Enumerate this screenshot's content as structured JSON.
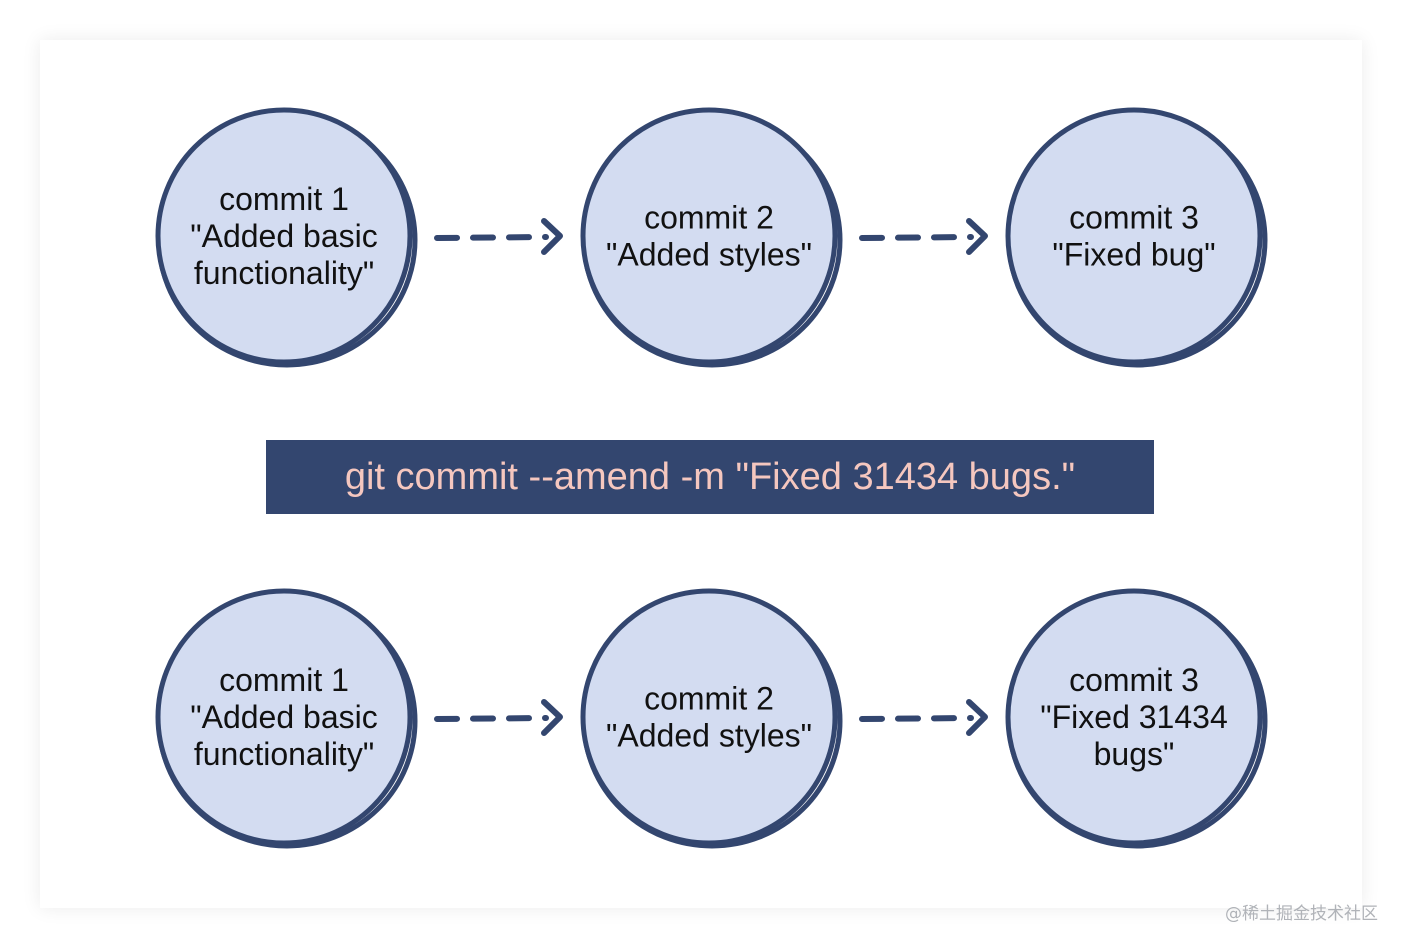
{
  "colors": {
    "node_fill": "#d3dcf1",
    "node_stroke": "#33466f",
    "arrow": "#33466f",
    "command_bg": "#33466f",
    "command_text": "#f5c7bf"
  },
  "before": {
    "commits": [
      {
        "lines": [
          "commit 1",
          "\"Added basic",
          "functionality\""
        ]
      },
      {
        "lines": [
          "commit 2",
          "\"Added styles\""
        ]
      },
      {
        "lines": [
          "commit 3",
          "\"Fixed bug\""
        ]
      }
    ]
  },
  "command": {
    "text": "git commit --amend -m \"Fixed 31434 bugs.\""
  },
  "after": {
    "commits": [
      {
        "lines": [
          "commit 1",
          "\"Added basic",
          "functionality\""
        ]
      },
      {
        "lines": [
          "commit 2",
          "\"Added styles\""
        ]
      },
      {
        "lines": [
          "commit 3",
          "\"Fixed 31434",
          "bugs\""
        ]
      }
    ]
  },
  "watermark": "@稀土掘金技术社区"
}
